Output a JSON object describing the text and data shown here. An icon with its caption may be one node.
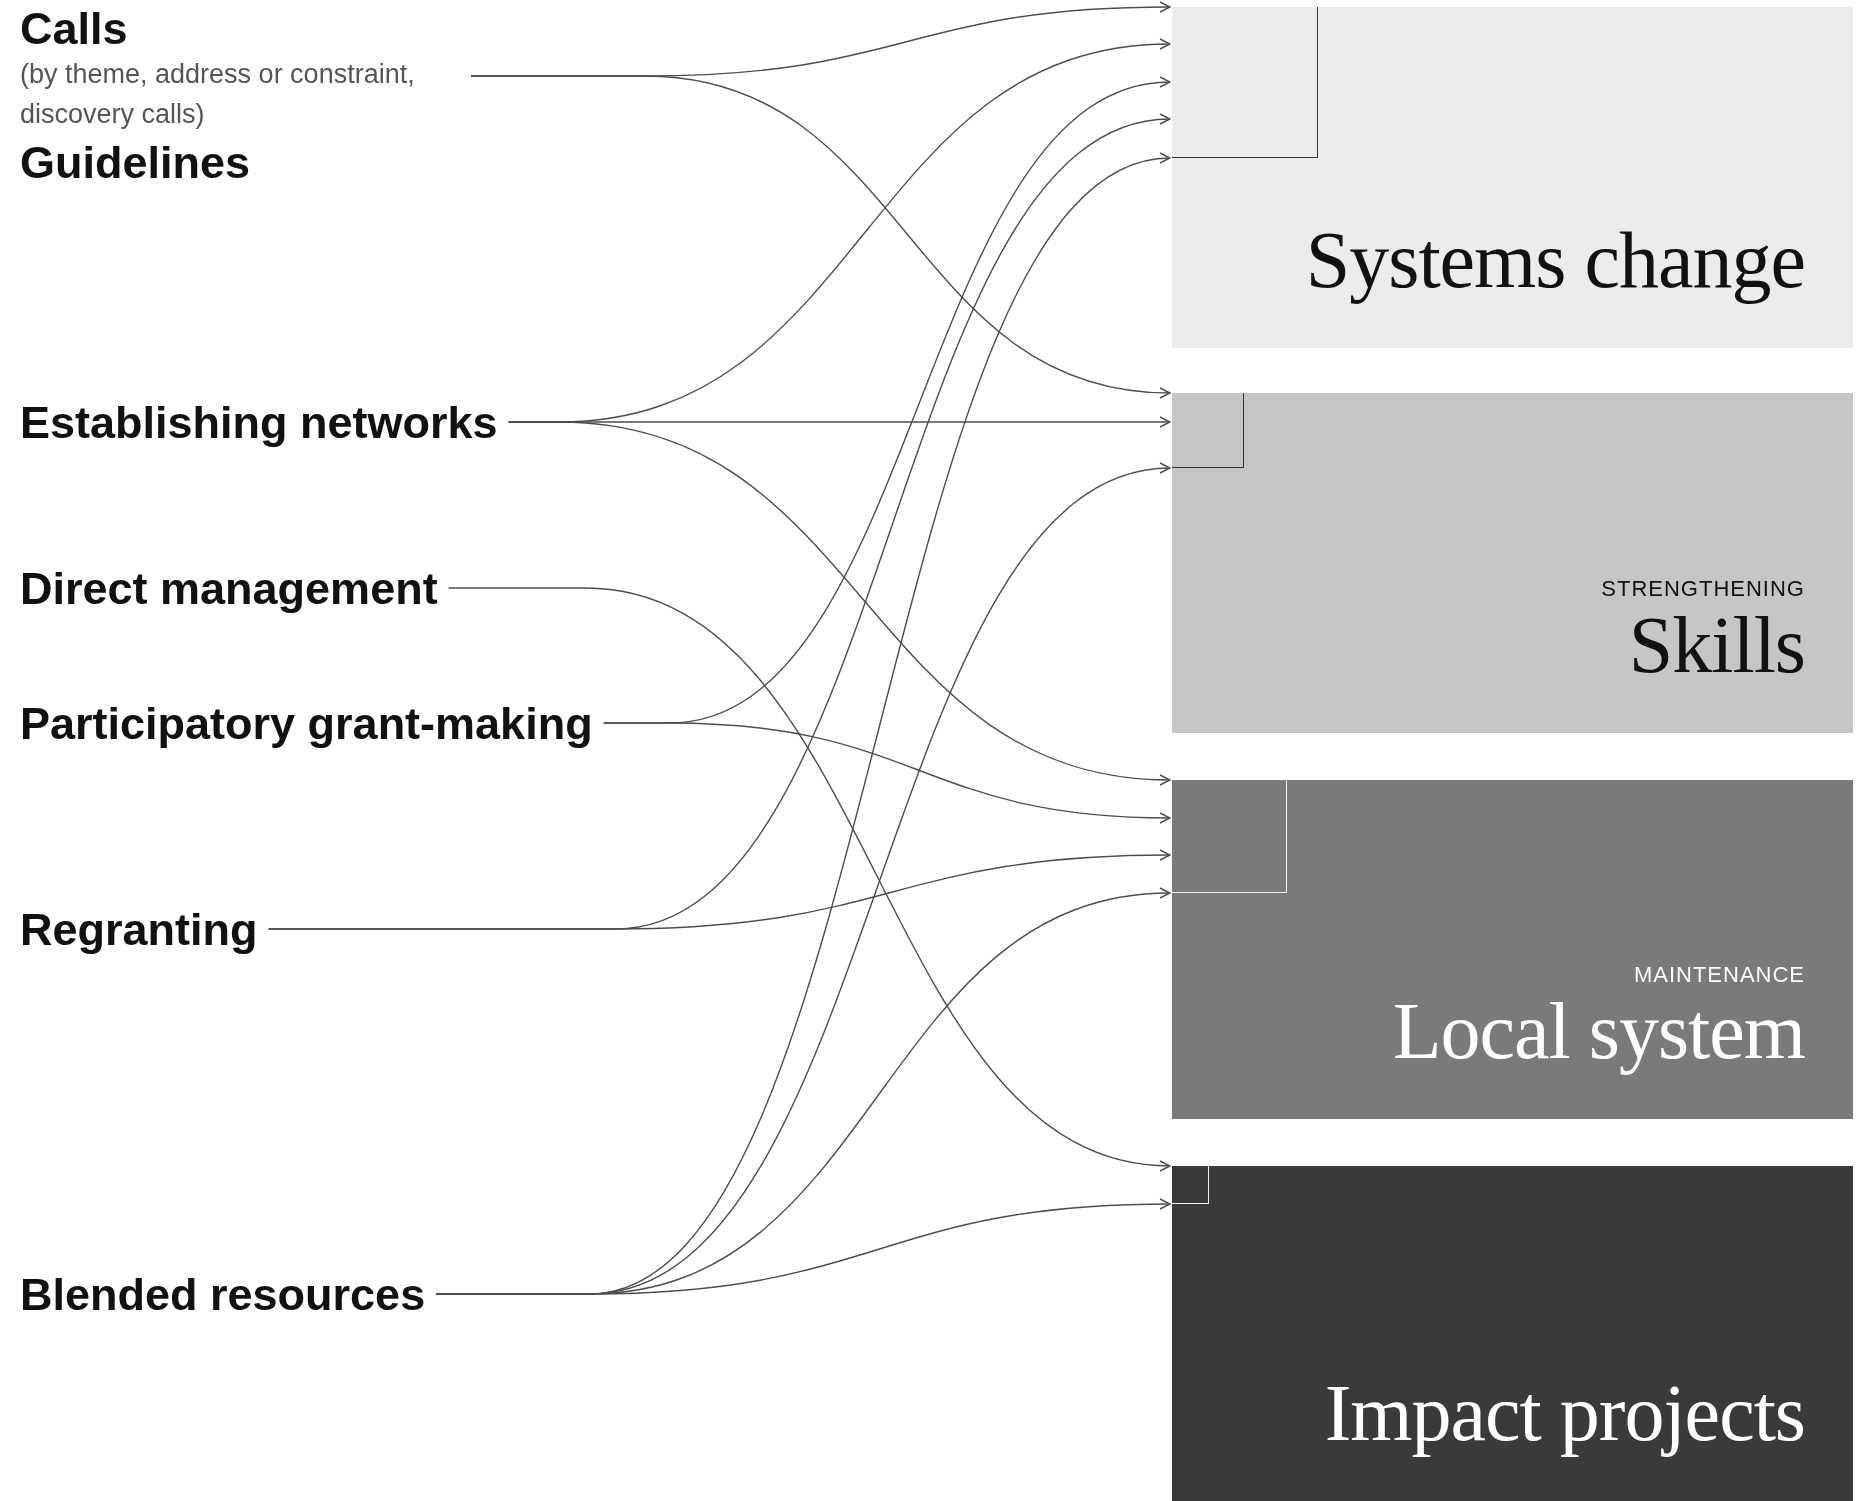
{
  "diagram": {
    "nodes": [
      {
        "text": [
          "Calls",
          "(by theme, address or constraint, discovery calls)"
        ]
      },
      {
        "text": [
          "Guidelines"
        ]
      },
      {
        "text": [
          "Establishing networks"
        ]
      },
      {
        "text": [
          "Direct management"
        ]
      },
      {
        "text": [
          "Participatory grant-making"
        ]
      },
      {
        "text": [
          "Regranting"
        ]
      },
      {
        "text": [
          "Blended resources"
        ]
      },
      {
        "text": [
          "Systems change"
        ]
      },
      {
        "text": [
          "STRENGTHENING",
          "Skills"
        ]
      },
      {
        "text": [
          "MAINTENANCE",
          "Local system"
        ]
      },
      {
        "text": [
          "Impact projects"
        ]
      }
    ],
    "edges": [
      {
        "from": 0,
        "to": 7,
        "arrow": "to"
      },
      {
        "from": 0,
        "to": 8,
        "arrow": "to"
      },
      {
        "from": 2,
        "to": 7,
        "arrow": "to"
      },
      {
        "from": 2,
        "to": 8,
        "arrow": "to"
      },
      {
        "from": 2,
        "to": 9,
        "arrow": "to"
      },
      {
        "from": 3,
        "to": 10,
        "arrow": "to"
      },
      {
        "from": 4,
        "to": 7,
        "arrow": "to"
      },
      {
        "from": 4,
        "to": 9,
        "arrow": "to"
      },
      {
        "from": 5,
        "to": 7,
        "arrow": "to"
      },
      {
        "from": 5,
        "to": 9,
        "arrow": "to"
      },
      {
        "from": 6,
        "to": 7,
        "arrow": "to"
      },
      {
        "from": 6,
        "to": 8,
        "arrow": "to"
      },
      {
        "from": 6,
        "to": 9,
        "arrow": "to"
      },
      {
        "from": 6,
        "to": 10,
        "arrow": "to"
      }
    ]
  }
}
